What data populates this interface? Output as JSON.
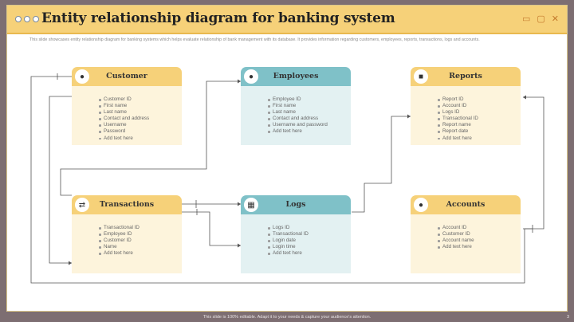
{
  "title": "Entity relationship diagram for banking system",
  "subtitle": "This slide showcases entity relationship diagram for banking systems which helps evaluate relationship of bank management with its database. It provides information regarding customers, employees, reports, transactions, logs and accounts.",
  "window_controls": [
    "▭",
    "▢",
    "✕"
  ],
  "entities": {
    "customer": {
      "name": "Customer",
      "icon": "users-icon",
      "fields": [
        "Customer ID",
        "First name",
        "Last name",
        "Contact and address",
        "Username",
        "Password",
        "Add text here"
      ]
    },
    "employees": {
      "name": "Employees",
      "icon": "team-icon",
      "fields": [
        "Employee ID",
        "First name",
        "Last name",
        "Contact and address",
        "Username and password",
        "Add text here"
      ]
    },
    "reports": {
      "name": "Reports",
      "icon": "report-icon",
      "fields": [
        "Report ID",
        "Account ID",
        "Logs ID",
        "Transactional ID",
        "Report name",
        "Report date",
        "Add text here"
      ]
    },
    "transactions": {
      "name": "Transactions",
      "icon": "exchange-icon",
      "fields": [
        "Transactional ID",
        "Employee ID",
        "Customer ID",
        "Name",
        "Add text here"
      ]
    },
    "logs": {
      "name": "Logs",
      "icon": "logs-icon",
      "fields": [
        "Logs ID",
        "Transactional ID",
        "Login date",
        "Login time",
        "Add text here"
      ]
    },
    "accounts": {
      "name": "Accounts",
      "icon": "accounts-icon",
      "fields": [
        "Account ID",
        "Customer ID",
        "Account name",
        "Add text here"
      ]
    }
  },
  "footer": "This slide is 100% editable. Adapt it to your needs & capture your audience's attention.",
  "page_number": "3",
  "colors": {
    "gold": "#f6d179",
    "gold_light": "#fdf4dc",
    "teal": "#7fc1c8",
    "teal_light": "#e3f1f2",
    "frame": "#7d6e72"
  }
}
